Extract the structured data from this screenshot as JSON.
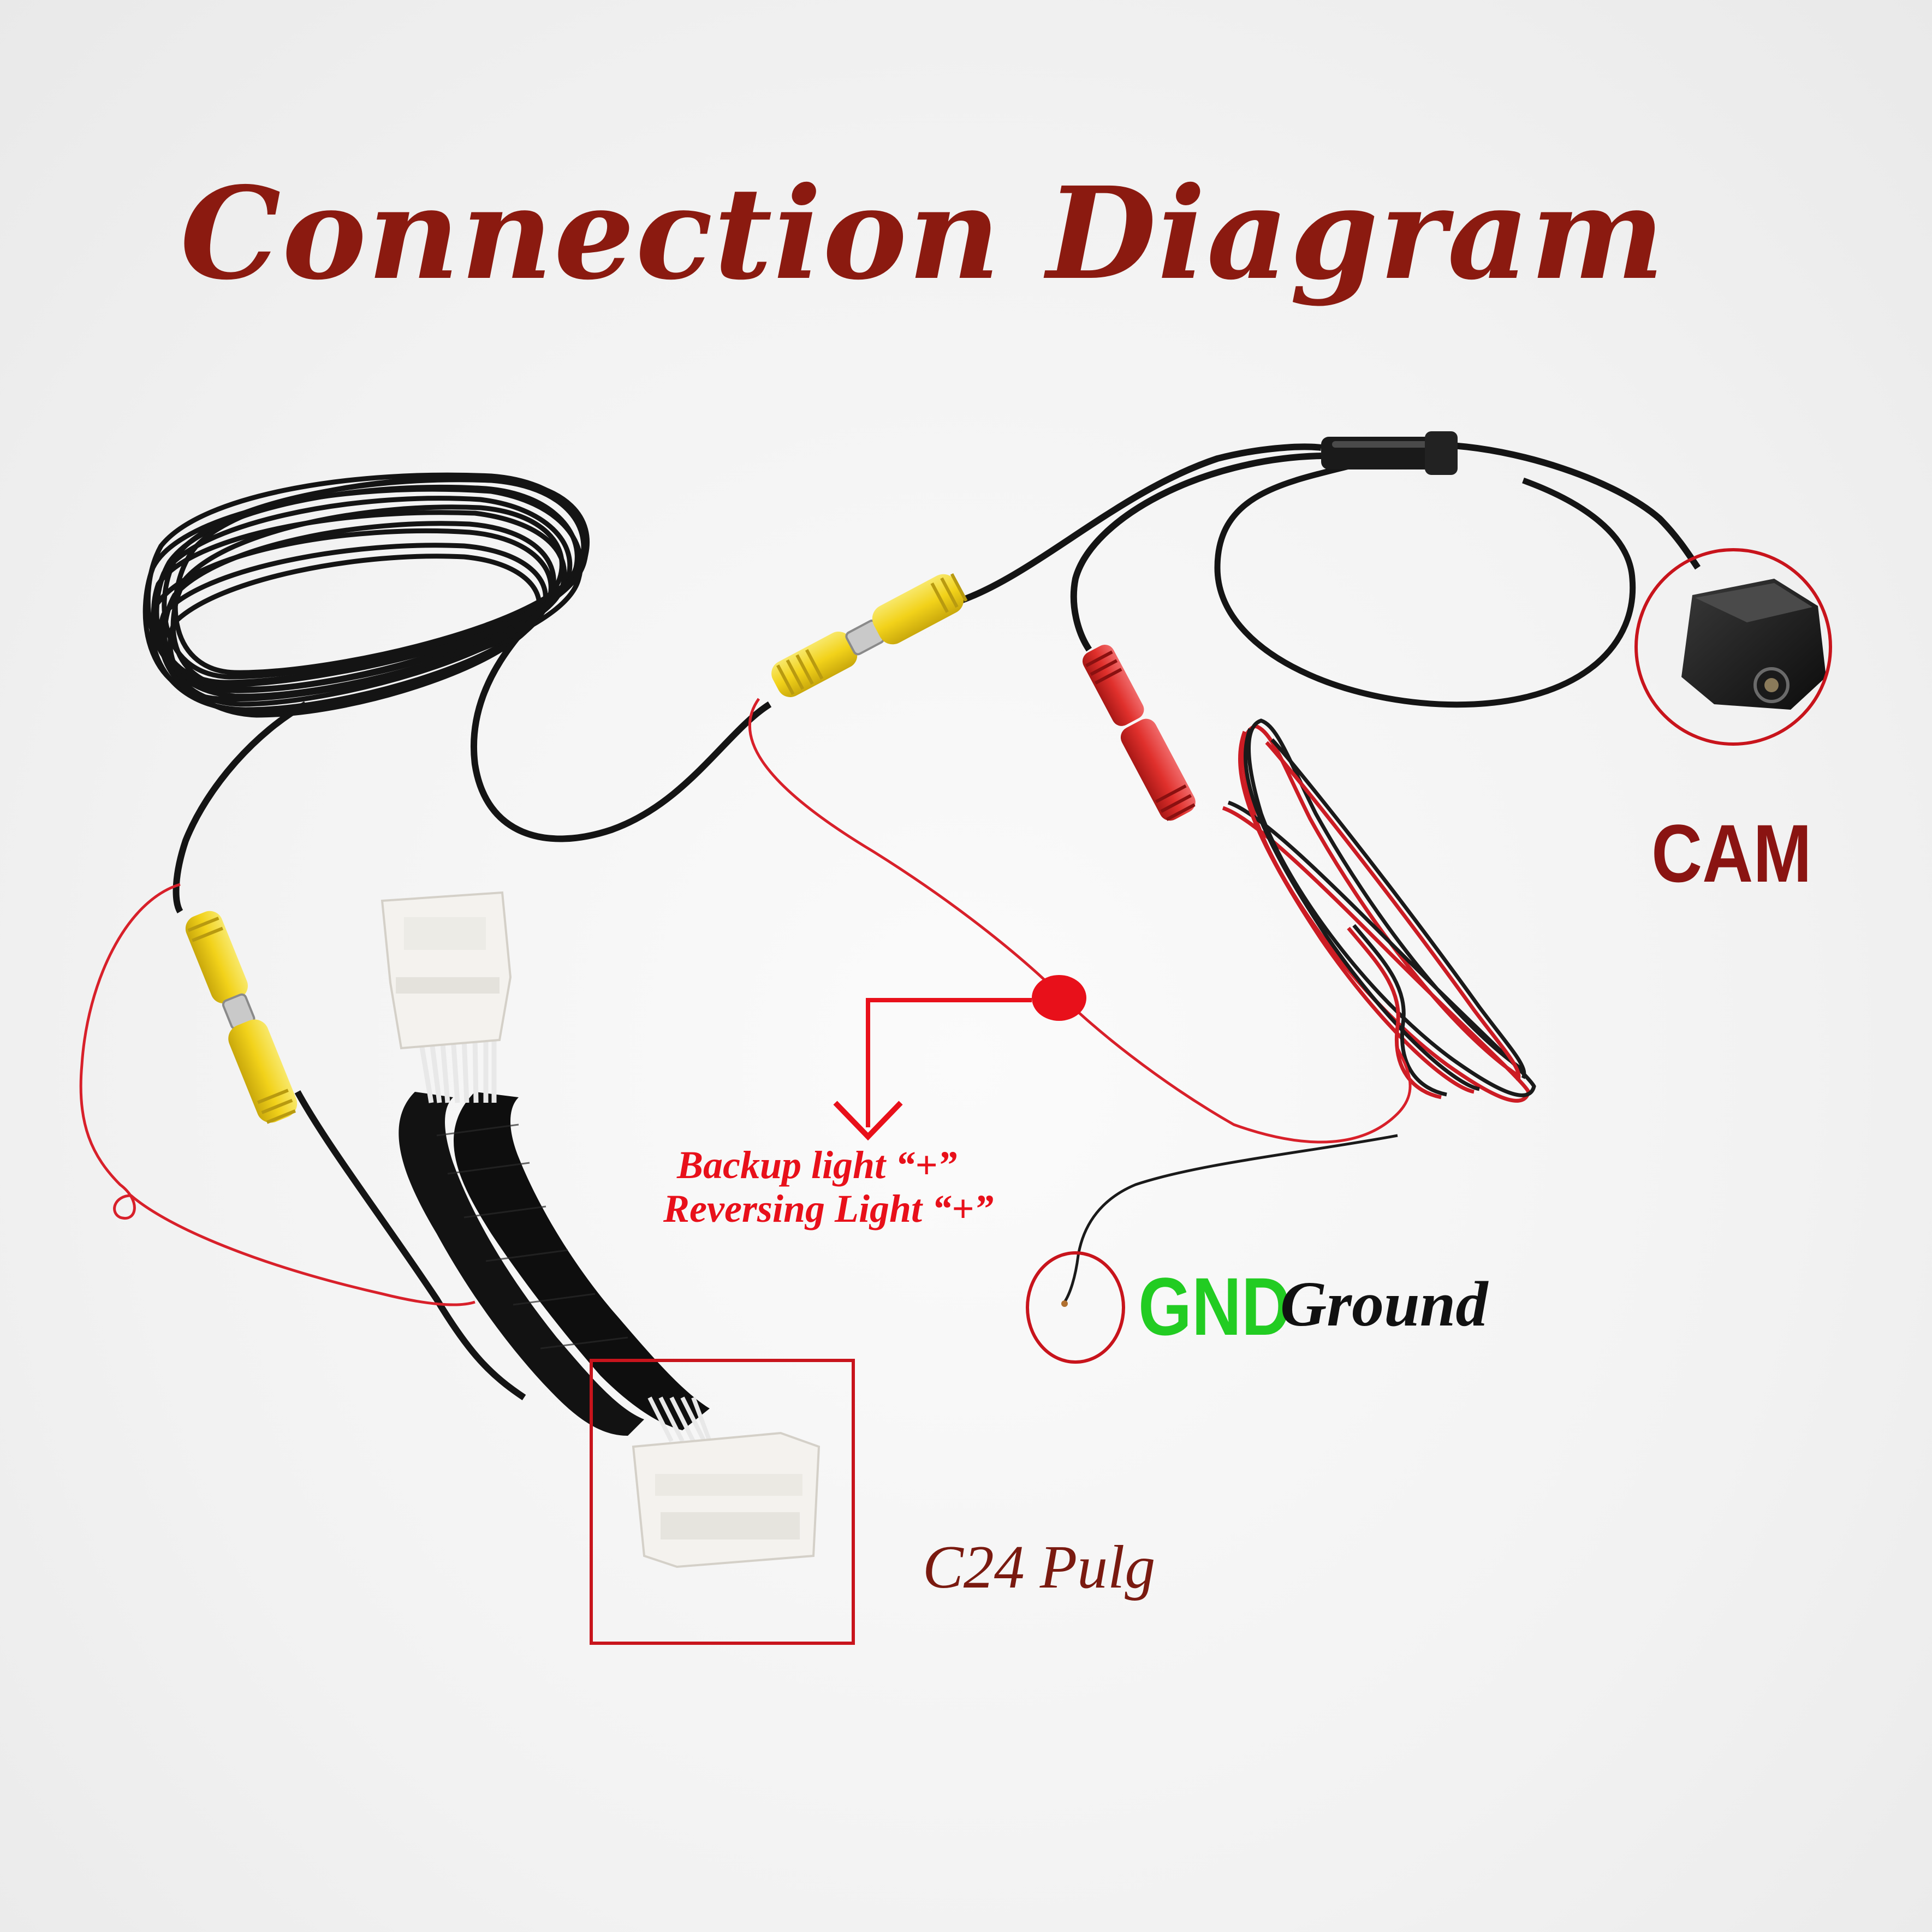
{
  "title": "Connection Diagram",
  "labels": {
    "cam": "CAM",
    "backup_light": "Backup light “+”",
    "reversing_light": "Reversing Light “+”",
    "gnd": "GND",
    "ground": "Ground",
    "plug": "C24 Pulg"
  },
  "colors": {
    "title": "#8b1a10",
    "cam_label": "#8a1412",
    "highlight_red": "#e8101a",
    "gnd_green": "#22cc22",
    "cable_black": "#151515",
    "rca_yellow": "#f2d21a",
    "wire_red": "#d8202a",
    "connector_white": "#f4f2ee"
  },
  "icons": {
    "camera": "rear-view-camera-icon",
    "split_point": "red-dot-marker",
    "arrow": "down-arrow-icon"
  }
}
